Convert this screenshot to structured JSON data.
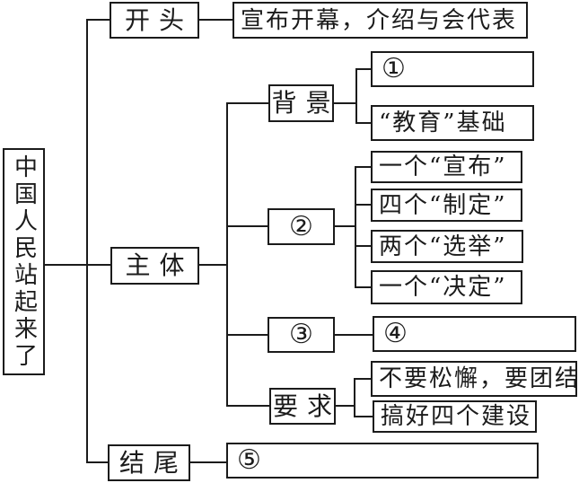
{
  "colors": {
    "ink": "#1b1b1b",
    "paper": "#ffffff"
  },
  "root": {
    "label": "中国人民站起来了"
  },
  "branches": {
    "opening": {
      "label": "开头",
      "detail": "宣布开幕，介绍与会代表"
    },
    "body": {
      "label": "主体",
      "sections": {
        "background": {
          "label": "背景",
          "children": [
            "①",
            "“教育”基础"
          ]
        },
        "item2": {
          "label": "②",
          "children": [
            "一个“宣布”",
            "四个“制定”",
            "两个“选举”",
            "一个“决定”"
          ]
        },
        "item3": {
          "label": "③",
          "children": [
            "④"
          ]
        },
        "demand": {
          "label": "要求",
          "children": [
            "不要松懈，要团结",
            "搞好四个建设"
          ]
        }
      }
    },
    "ending": {
      "label": "结尾",
      "detail": "⑤"
    }
  }
}
